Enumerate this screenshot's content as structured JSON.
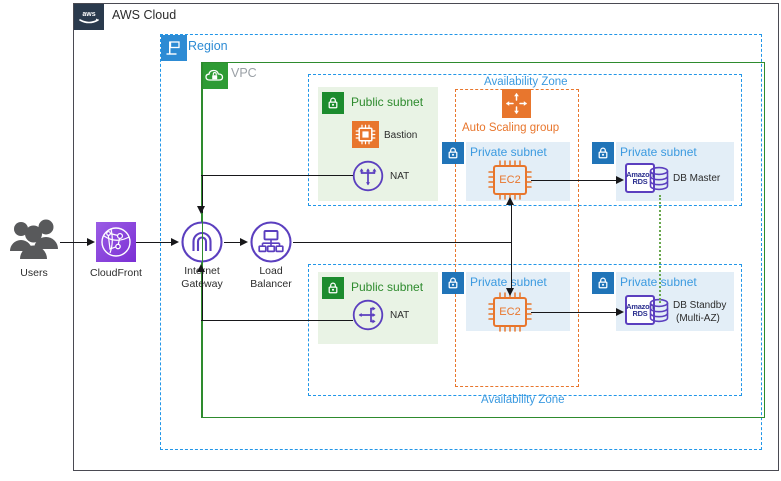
{
  "diagram": {
    "title": "AWS Cloud",
    "type": "aws-architecture-diagram"
  },
  "containers": {
    "aws_cloud": {
      "label": "AWS Cloud",
      "icon": "aws-logo-icon",
      "color": "#2a3a4d"
    },
    "region": {
      "label": "Region",
      "icon": "region-flag-icon",
      "color": "#2d8bd4"
    },
    "vpc": {
      "label": "VPC",
      "icon": "vpc-cloud-lock-icon",
      "color": "#2e8b2e"
    },
    "az_top": {
      "label": "Availability Zone",
      "color": "#3b9ae0"
    },
    "az_bottom": {
      "label": "Availability Zone",
      "color": "#3b9ae0"
    },
    "asg": {
      "label": "Auto Scaling group",
      "icon": "auto-scaling-icon",
      "color": "#E8762D"
    }
  },
  "subnets": {
    "public_top": {
      "label": "Public subnet",
      "icon": "lock-icon",
      "color": "#1C8C2E"
    },
    "public_bottom": {
      "label": "Public subnet",
      "icon": "lock-icon",
      "color": "#1C8C2E"
    },
    "private_ec2_top": {
      "label": "Private subnet",
      "icon": "lock-icon",
      "color": "#2074B8"
    },
    "private_ec2_bottom": {
      "label": "Private subnet",
      "icon": "lock-icon",
      "color": "#2074B8"
    },
    "private_db_top": {
      "label": "Private subnet",
      "icon": "lock-icon",
      "color": "#2074B8"
    },
    "private_db_bottom": {
      "label": "Private subnet",
      "icon": "lock-icon",
      "color": "#2074B8"
    }
  },
  "nodes": {
    "users": {
      "label": "Users",
      "icon": "users-icon",
      "color": "#58595B"
    },
    "cloudfront": {
      "label": "CloudFront",
      "icon": "cloudfront-icon",
      "color": "#8C4FE0"
    },
    "internet_gateway": {
      "label_line1": "Internet",
      "label_line2": "Gateway",
      "icon": "internet-gateway-icon",
      "color": "#5B3FBF"
    },
    "load_balancer": {
      "label_line1": "Load",
      "label_line2": "Balancer",
      "icon": "load-balancer-icon",
      "color": "#5B3FBF"
    },
    "bastion": {
      "label": "Bastion",
      "icon": "bastion-host-icon",
      "color": "#E8762D"
    },
    "nat_top": {
      "label": "NAT",
      "icon": "nat-gateway-icon",
      "color": "#5B3FBF"
    },
    "nat_bottom": {
      "label": "NAT",
      "icon": "nat-gateway-icon",
      "color": "#5B3FBF"
    },
    "ec2_top": {
      "label": "EC2",
      "icon": "ec2-instance-icon",
      "color": "#E8762D"
    },
    "ec2_bottom": {
      "label": "EC2",
      "icon": "ec2-instance-icon",
      "color": "#E8762D"
    },
    "db_master": {
      "label": "DB Master",
      "icon": "amazon-rds-icon",
      "badge_line1": "Amazon",
      "badge_line2": "RDS",
      "color": "#5B3FBF"
    },
    "db_standby": {
      "label_line1": "DB Standby",
      "label_line2": "(Multi-AZ)",
      "icon": "amazon-rds-icon",
      "badge_line1": "Amazon",
      "badge_line2": "RDS",
      "color": "#5B3FBF"
    }
  },
  "colors": {
    "aws_dark": "#2a3a4d",
    "region_blue": "#2d8bd4",
    "vpc_green": "#2e8b2e",
    "az_blue": "#3b9ae0",
    "asg_orange": "#E8762D",
    "public_fill": "#e9f3e5",
    "private_fill": "#e3eef7",
    "purple": "#5B3FBF",
    "replication_green": "#6aa84f"
  }
}
